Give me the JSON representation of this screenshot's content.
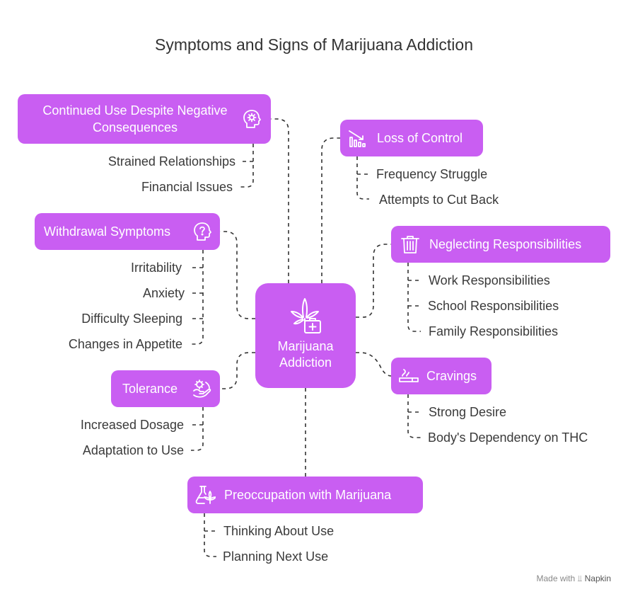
{
  "title": "Symptoms and Signs of Marijuana Addiction",
  "center": {
    "label_line1": "Marijuana",
    "label_line2": "Addiction",
    "icon": "cannabis-medical-icon"
  },
  "nodes": {
    "continued_use": {
      "label_line1": "Continued Use Despite Negative",
      "label_line2": "Consequences",
      "icon": "brain-gear-icon",
      "items": [
        "Strained Relationships",
        "Financial Issues"
      ]
    },
    "loss_of_control": {
      "label": "Loss of Control",
      "icon": "chart-down-icon",
      "items": [
        "Frequency Struggle",
        "Attempts to Cut Back"
      ]
    },
    "withdrawal": {
      "label": "Withdrawal Symptoms",
      "icon": "head-question-icon",
      "items": [
        "Irritability",
        "Anxiety",
        "Difficulty Sleeping",
        "Changes in Appetite"
      ]
    },
    "neglecting": {
      "label": "Neglecting Responsibilities",
      "icon": "trash-icon",
      "items": [
        "Work Responsibilities",
        "School Responsibilities",
        "Family Responsibilities"
      ]
    },
    "tolerance": {
      "label": "Tolerance",
      "icon": "hands-virus-icon",
      "items": [
        "Increased Dosage",
        "Adaptation to Use"
      ]
    },
    "cravings": {
      "label": "Cravings",
      "icon": "smoking-icon",
      "items": [
        "Strong Desire",
        "Body's Dependency on THC"
      ]
    },
    "preoccupation": {
      "label": "Preoccupation with Marijuana",
      "icon": "flask-leaf-icon",
      "items": [
        "Thinking About Use",
        "Planning Next Use"
      ]
    }
  },
  "colors": {
    "node_fill": "#c95ef2",
    "node_text": "#ffffff",
    "line": "#333333",
    "leaf_text": "#3a3a3a"
  },
  "footer": {
    "made_with": "Made with",
    "brand": "Napkin"
  }
}
